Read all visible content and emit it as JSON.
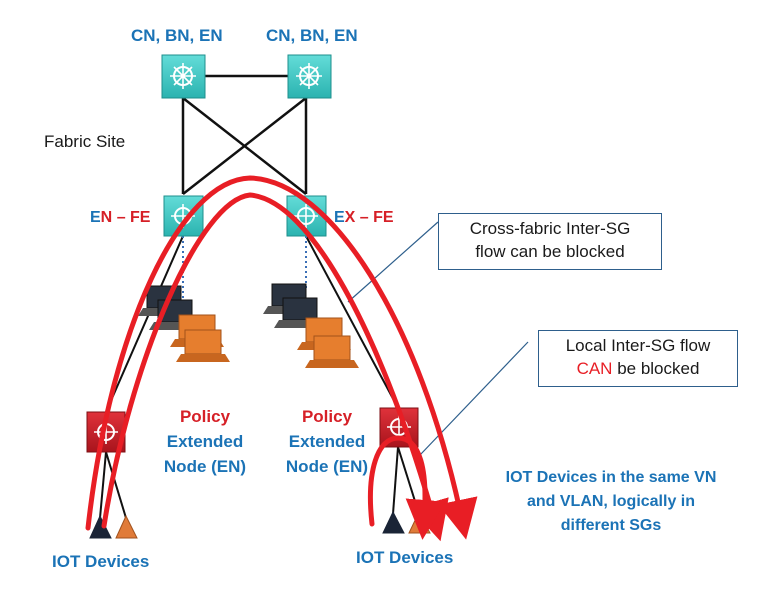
{
  "labels": {
    "cn_left": "CN,  BN, EN",
    "cn_right": "CN,  BN, EN",
    "fabric_site": "Fabric Site",
    "fe_left_prefix_a": "E",
    "fe_left_prefix_b": "N",
    "fe_left_suffix": "– FE",
    "fe_right_prefix_a": "E",
    "fe_right_prefix_b": "X",
    "fe_right_suffix": "– FE",
    "policy_left_1": "Policy",
    "policy_left_2": "Extended",
    "policy_left_3": "Node (EN)",
    "policy_right_1": "Policy",
    "policy_right_2": "Extended",
    "policy_right_3": "Node (EN)",
    "iot_left": "IOT Devices",
    "iot_right": "IOT Devices",
    "iot_note_1": "IOT Devices in the same VN",
    "iot_note_2": "and VLAN, logically in",
    "iot_note_3": "different SGs"
  },
  "callouts": {
    "cross_fabric_1": "Cross-fabric Inter-SG",
    "cross_fabric_2": "flow can be blocked",
    "local_1": "Local Inter-SG flow",
    "local_2_red": "CAN",
    "local_2_rest": " be blocked"
  },
  "colors": {
    "switch_teal": "#3cc9c6",
    "policy_red": "#c4202a",
    "flow_red": "#e81e25",
    "label_blue": "#1b73b6",
    "laptop_orange": "#e67e2e"
  }
}
